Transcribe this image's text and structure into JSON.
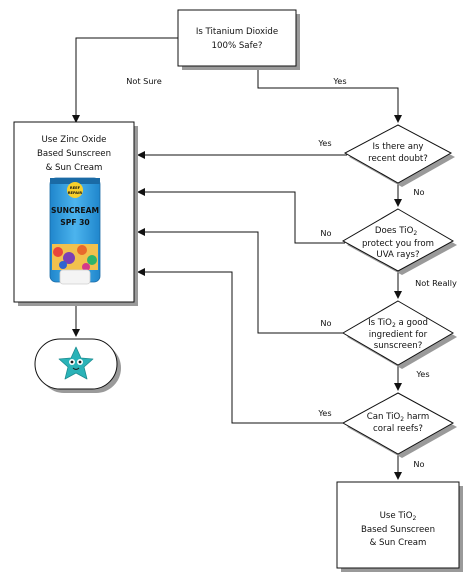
{
  "nodes": {
    "start": {
      "line1": "Is Titanium Dioxide",
      "line2": "100% Safe?"
    },
    "q_doubt": {
      "line1": "Is there any",
      "line2": "recent doubt?"
    },
    "q_uva": {
      "line1a": "Does TiO",
      "line1_sub": "2",
      "line2": "protect you from",
      "line3": "UVA rays?"
    },
    "q_good": {
      "line1a": "Is TiO",
      "line1_sub": "2",
      "line1b": " a good",
      "line2": "ingredient for",
      "line3": "sunscreen?"
    },
    "q_coral": {
      "line1a": "Can TiO",
      "line1_sub": "2",
      "line1b": " harm",
      "line2": "coral reefs?"
    },
    "zinc": {
      "line1": "Use Zinc Oxide",
      "line2": "Based Sunscreen",
      "line3": "& Sun Cream"
    },
    "tio2": {
      "line1a": "Use TiO",
      "line1_sub": "2",
      "line2": "Based Sunscreen",
      "line3": "& Sun Cream"
    }
  },
  "product": {
    "brand_line1": "REEF",
    "brand_line2": "REPAIR",
    "name": "SUNCREAM",
    "spf": "SPF 30"
  },
  "edges": {
    "not_sure": "Not Sure",
    "yes_start": "Yes",
    "yes_doubt": "Yes",
    "no_doubt": "No",
    "no_uva": "No",
    "not_really": "Not Really",
    "no_good": "No",
    "yes_good": "Yes",
    "yes_coral": "Yes",
    "no_coral": "No"
  },
  "colors": {
    "tube_blue": "#2f9ee0",
    "cap_white": "#f4f4f4",
    "star_teal": "#2ab3b8"
  },
  "icons": {
    "terminal": "starfish-icon"
  }
}
